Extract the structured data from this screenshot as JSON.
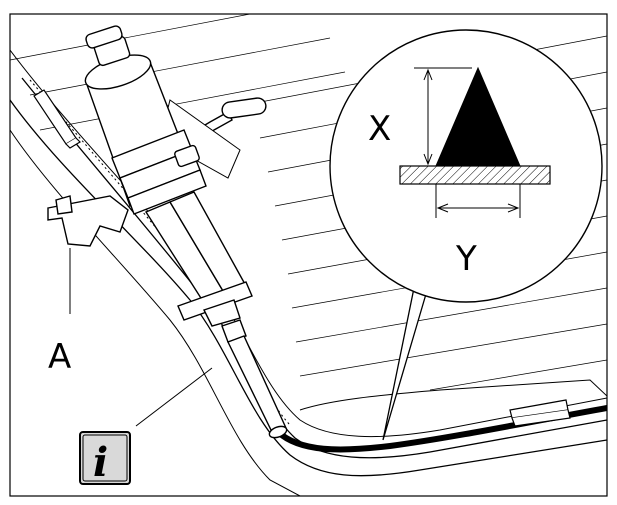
{
  "figure": {
    "labels": {
      "part_a": "A",
      "dim_x": "X",
      "dim_y": "Y"
    },
    "info_icon": {
      "icon": "info-icon",
      "glyph": "i"
    },
    "colors": {
      "line": "#000000",
      "background": "#ffffff",
      "icon_fill": "#d9d9d9",
      "bead": "#000000"
    }
  }
}
